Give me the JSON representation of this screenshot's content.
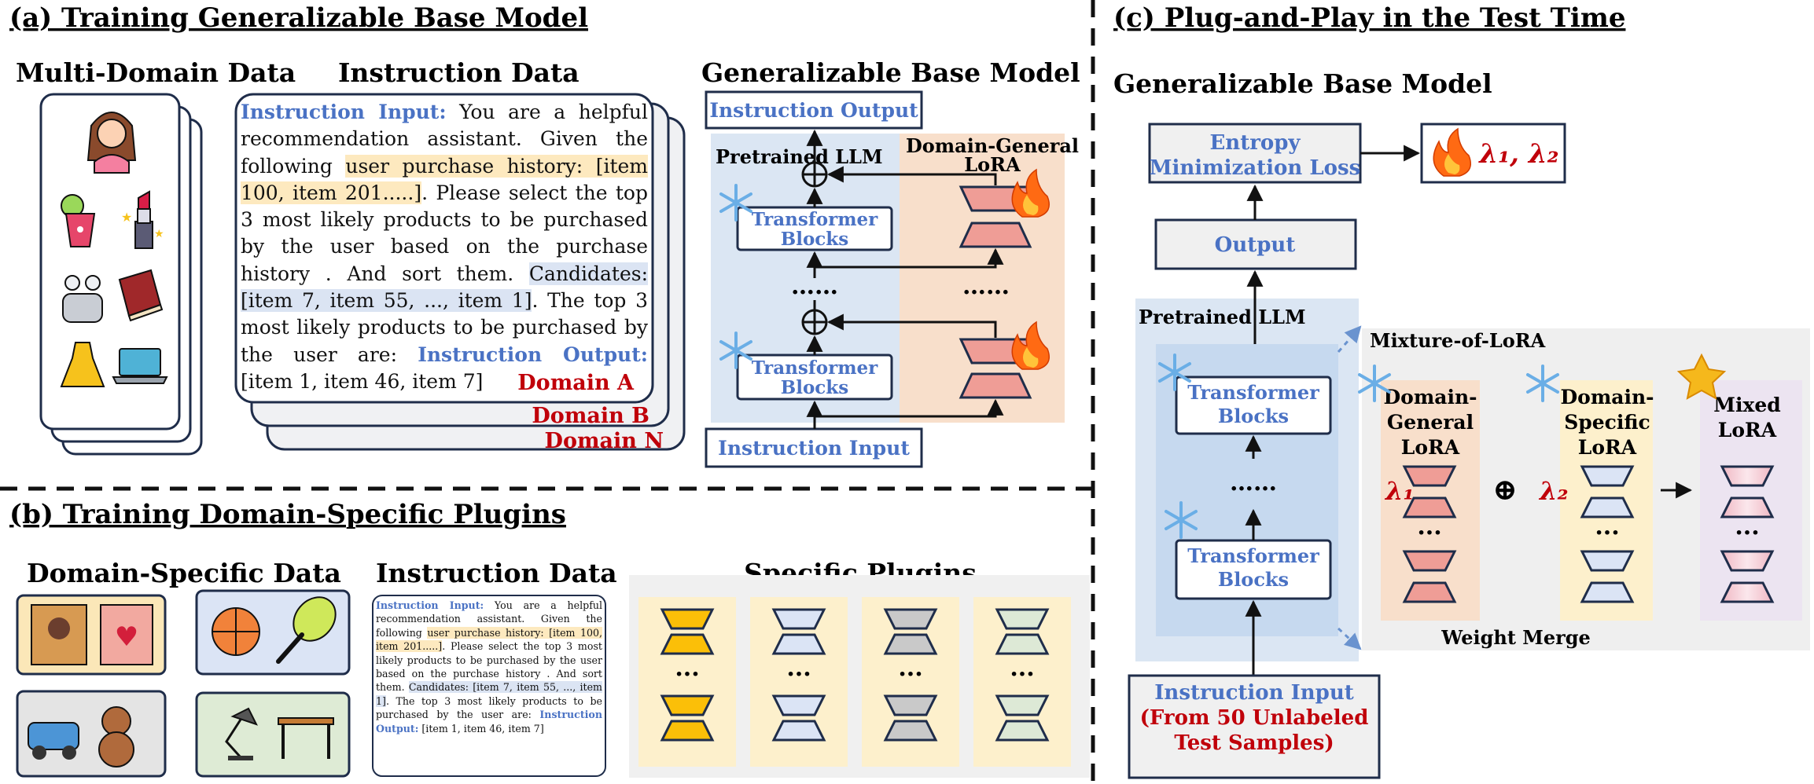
{
  "colors": {
    "accent_blue": "#4a72c4",
    "domain_red": "#c0000a",
    "box_border": "#1f2d4a",
    "pretrained_bg": "#dbe6f3",
    "lora_general_bg": "#f8dfcb",
    "lora_specific_bg": "#fdf0cc",
    "mixed_bg": "#ece4f1",
    "plugin_gold": "#fbbf08",
    "plugin_blue": "#dbe4f5",
    "plugin_gray": "#c9c9c9",
    "plugin_green": "#dde9d6"
  },
  "section_a": {
    "title": "(a) Training Generalizable Base Model",
    "multi_domain_title": "Multi-Domain Data",
    "instruction_title": "Instruction Data",
    "base_model_title": "Generalizable Base Model",
    "instruction": {
      "input_label": "Instruction Input:",
      "text_1": " You are a helpful recommendation assistant. Given the following ",
      "history": "user purchase history: [item 100, item 201.....]",
      "text_2": ". Please select the top 3 most likely products to be purchased by the user based on the purchase history . And sort them. ",
      "candidates": "Candidates: [item 7, item 55, ..., item 1]",
      "text_3": ". The top 3 most likely products to be purchased by the user are:",
      "output_label": "Instruction Output:",
      "output_text": " [item 1, item 46, item 7]"
    },
    "domains": [
      "Domain A",
      "Domain B",
      "Domain N"
    ],
    "model": {
      "output_label": "Instruction Output",
      "input_label": "Instruction Input",
      "pretrained_label": "Pretrained LLM",
      "lora_label_1": "Domain-General",
      "lora_label_2": "LoRA",
      "block_line_1": "Transformer",
      "block_line_2": "Blocks",
      "ellipsis": "……",
      "plus": "⊕"
    }
  },
  "section_b": {
    "title": "(b) Training Domain-Specific Plugins",
    "data_title": "Domain-Specific Data",
    "instruction_title": "Instruction Data",
    "plugins_title": "Specific Plugins",
    "dots": "···"
  },
  "section_c": {
    "title": "(c) Plug-and-Play in the Test Time",
    "base_model_title": "Generalizable Base Model",
    "loss_line_1": "Entropy",
    "loss_line_2": "Minimization Loss",
    "lambda_pair": "λ₁, λ₂",
    "output_label": "Output",
    "pretrained_label": "Pretrained LLM",
    "block_line_1": "Transformer",
    "block_line_2": "Blocks",
    "ellipsis": "……",
    "mixture_label": "Mixture-of-LoRA",
    "general_lines": [
      "Domain-",
      "General",
      "LoRA"
    ],
    "specific_lines": [
      "Domain-",
      "Specific",
      "LoRA"
    ],
    "mixed_lines": [
      "Mixed",
      "LoRA"
    ],
    "lambda_1": "λ₁",
    "lambda_2": "λ₂",
    "plus": "⊕",
    "arrow": "→",
    "dots": "···",
    "weight_merge": "Weight Merge",
    "input_line_1": "Instruction Input",
    "input_line_2": "(From 50 Unlabeled",
    "input_line_3": "Test Samples)"
  }
}
